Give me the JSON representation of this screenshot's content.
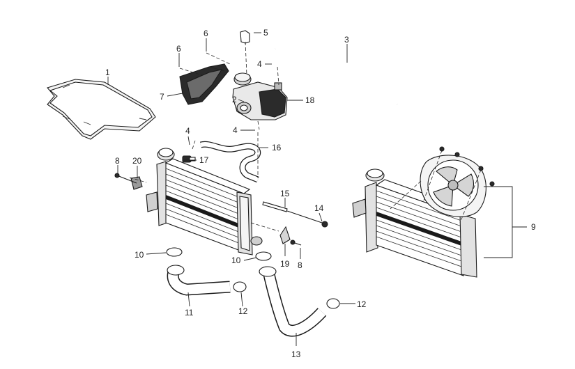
{
  "diagram": {
    "callouts": {
      "c1": "1",
      "c2": "2",
      "c3": "3",
      "c4a": "4",
      "c4b": "4",
      "c4c": "4",
      "c5": "5",
      "c6a": "6",
      "c6b": "6",
      "c7": "7",
      "c8a": "8",
      "c8b": "8",
      "c9": "9",
      "c10a": "10",
      "c10b": "10",
      "c11": "11",
      "c12a": "12",
      "c12b": "12",
      "c13": "13",
      "c14": "14",
      "c15": "15",
      "c16": "16",
      "c17": "17",
      "c18": "18",
      "c19": "19",
      "c20": "20"
    },
    "colors": {
      "line": "#1a1a1a",
      "fill_light": "#f2f2f2",
      "fill_mid": "#cfcfcf",
      "fill_dark": "#2b2b2b"
    }
  }
}
